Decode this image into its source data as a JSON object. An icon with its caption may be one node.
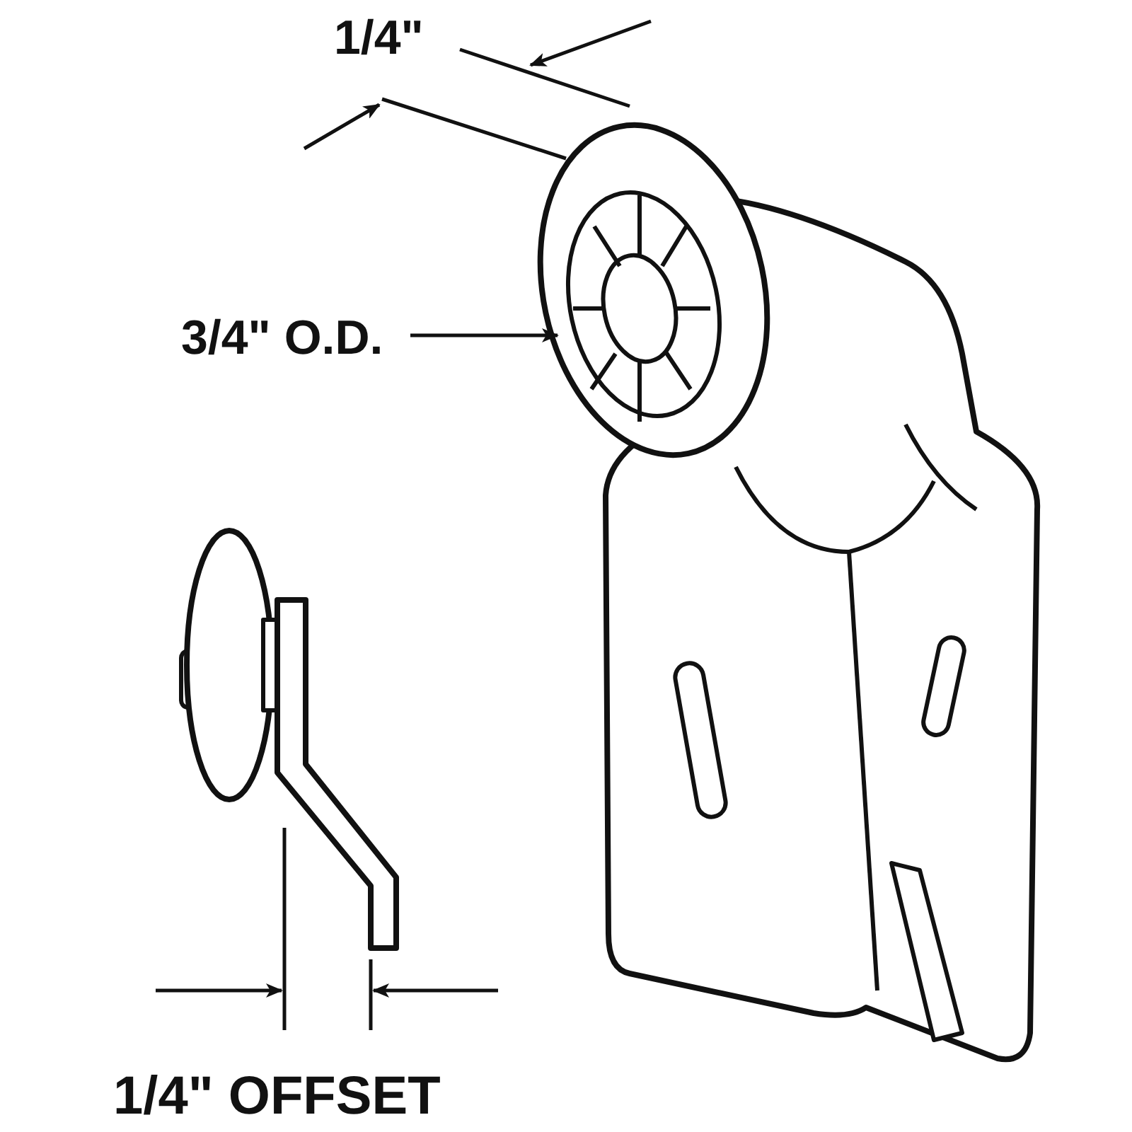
{
  "diagram": {
    "labels": [
      "1/4\"",
      "3/4\" O.D.",
      "1/4\" OFFSET"
    ]
  }
}
